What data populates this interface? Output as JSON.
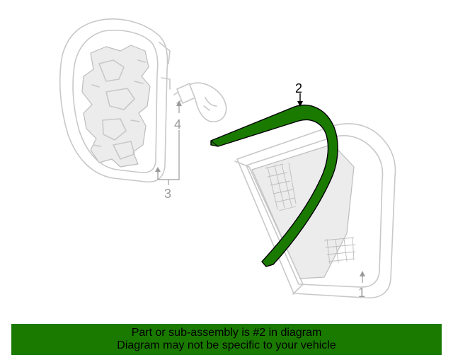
{
  "diagram": {
    "callouts": {
      "part1": "1",
      "part2": "2",
      "part3": "3",
      "part4": "4"
    },
    "colors": {
      "highlight": "#1a7a00",
      "ghost_stroke": "#c8c8c8",
      "callout_gray": "#9a9a9a"
    }
  },
  "footer": {
    "line1": "Part or sub-assembly is #2 in diagram",
    "line2": "Diagram may not be specific to your vehicle",
    "background": "#1a7a00"
  }
}
